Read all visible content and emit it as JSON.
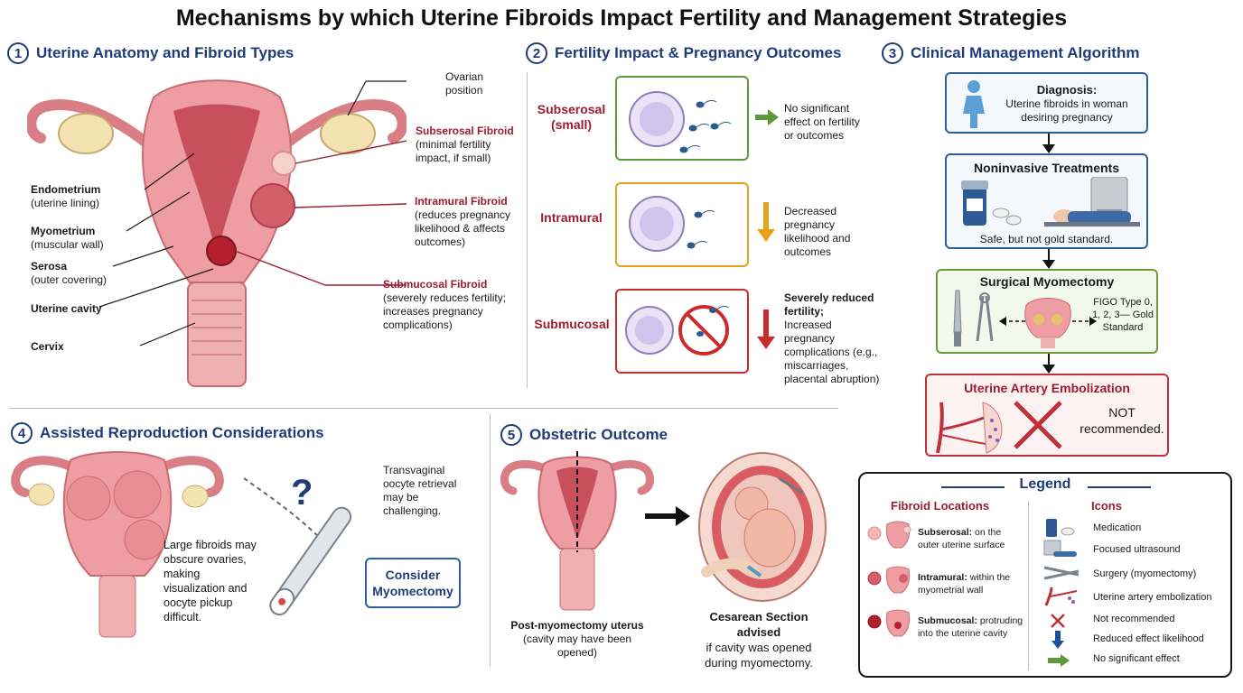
{
  "title": "Mechanisms by which Uterine Fibroids Impact Fertility and Management Strategies",
  "sections": [
    {
      "number": "1",
      "title": "Uterine Anatomy and Fibroid Types"
    },
    {
      "number": "2",
      "title": "Fertility Impact & Pregnancy Outcomes"
    },
    {
      "number": "3",
      "title": "Clinical Management Algorithm"
    },
    {
      "number": "4",
      "title": "Assisted Reproduction Considerations"
    },
    {
      "number": "5",
      "title": "Obstetric Outcome"
    }
  ],
  "anatomy": {
    "ovarian_position": "Ovarian position",
    "endometrium": "Endometrium",
    "endometrium_sub": "(uterine lining)",
    "myometrium": "Myometrium",
    "myometrium_sub": "(muscular wall)",
    "serosa": "Serosa",
    "serosa_sub": "(outer covering)",
    "cavity": "Uterine cavity",
    "cervix": "Cervix",
    "subserosal_title": "Subserosal Fibroid",
    "subserosal_desc": "(minimal fertility impact, if small)",
    "intramural_title": "Intramural Fibroid",
    "intramural_desc": "(reduces pregnancy likelihood & affects outcomes)",
    "submucosal_title": "Submucosal Fibroid",
    "submucosal_desc": "(severely reduces fertility; increases pregnancy complications)"
  },
  "fertility": {
    "rows": [
      {
        "label": "Subserosal (small)",
        "effect": "No significant effect on fertility or outcomes",
        "color": "#5a9a3a"
      },
      {
        "label": "Intramural",
        "effect": "Decreased pregnancy likelihood and outcomes",
        "color": "#e8a21a"
      },
      {
        "label": "Submucosal",
        "effect_title": "Severely reduced fertility;",
        "effect": "Increased pregnancy complications (e.g., miscarriages, placental abruption)",
        "color": "#cc2b2b"
      }
    ]
  },
  "algorithm": {
    "diagnosis_title": "Diagnosis:",
    "diagnosis_desc": "Uterine fibroids in woman desiring pregnancy",
    "noninvasive_title": "Noninvasive Treatments",
    "noninvasive_desc": "Safe, but not gold standard.",
    "surgical_title": "Surgical Myomectomy",
    "surgical_desc": "FIGO Type 0, 1, 2, 3— Gold Standard",
    "uae_title": "Uterine Artery Embolization",
    "uae_desc": "NOT recommended."
  },
  "art": {
    "oocyte_note": "Transvaginal oocyte retrieval may be challenging.",
    "ovary_note": "Large fibroids may obscure ovaries, making visualization and oocyte pickup difficult.",
    "question": "?",
    "consider_button": "Consider Myomectomy"
  },
  "obstetric": {
    "post_title": "Post-myomectomy uterus",
    "post_desc": "(cavity may have been opened)",
    "cesarean_title": "Cesarean Section advised",
    "cesarean_desc": "if cavity was opened during myomectomy."
  },
  "legend": {
    "title": "Legend",
    "locations_title": "Fibroid Locations",
    "locations": [
      {
        "name": "Subserosal:",
        "desc": "on the outer uterine surface"
      },
      {
        "name": "Intramural:",
        "desc": "within the myometrial wall"
      },
      {
        "name": "Submucosal:",
        "desc": "protruding into the uterine cavity"
      }
    ],
    "icons_title": "Icons",
    "icons": [
      {
        "icon": "medication-icon",
        "label": "Medication"
      },
      {
        "icon": "ultrasound-icon",
        "label": "Focused ultrasound"
      },
      {
        "icon": "surgery-icon",
        "label": "Surgery (myomectomy)"
      },
      {
        "icon": "embolization-icon",
        "label": "Uterine artery embolization"
      },
      {
        "icon": "cross-icon",
        "label": "Not recommended"
      },
      {
        "icon": "down-arrow-icon",
        "label": "Reduced effect likelihood"
      },
      {
        "icon": "right-arrow-icon",
        "label": "No significant effect"
      }
    ]
  },
  "colors": {
    "navy": "#1f3b7a",
    "crimson": "#9b1c31",
    "uterus": "#e79a9a",
    "green": "#5a9a3a",
    "orange": "#e8a21a",
    "red": "#cc2b2b"
  }
}
